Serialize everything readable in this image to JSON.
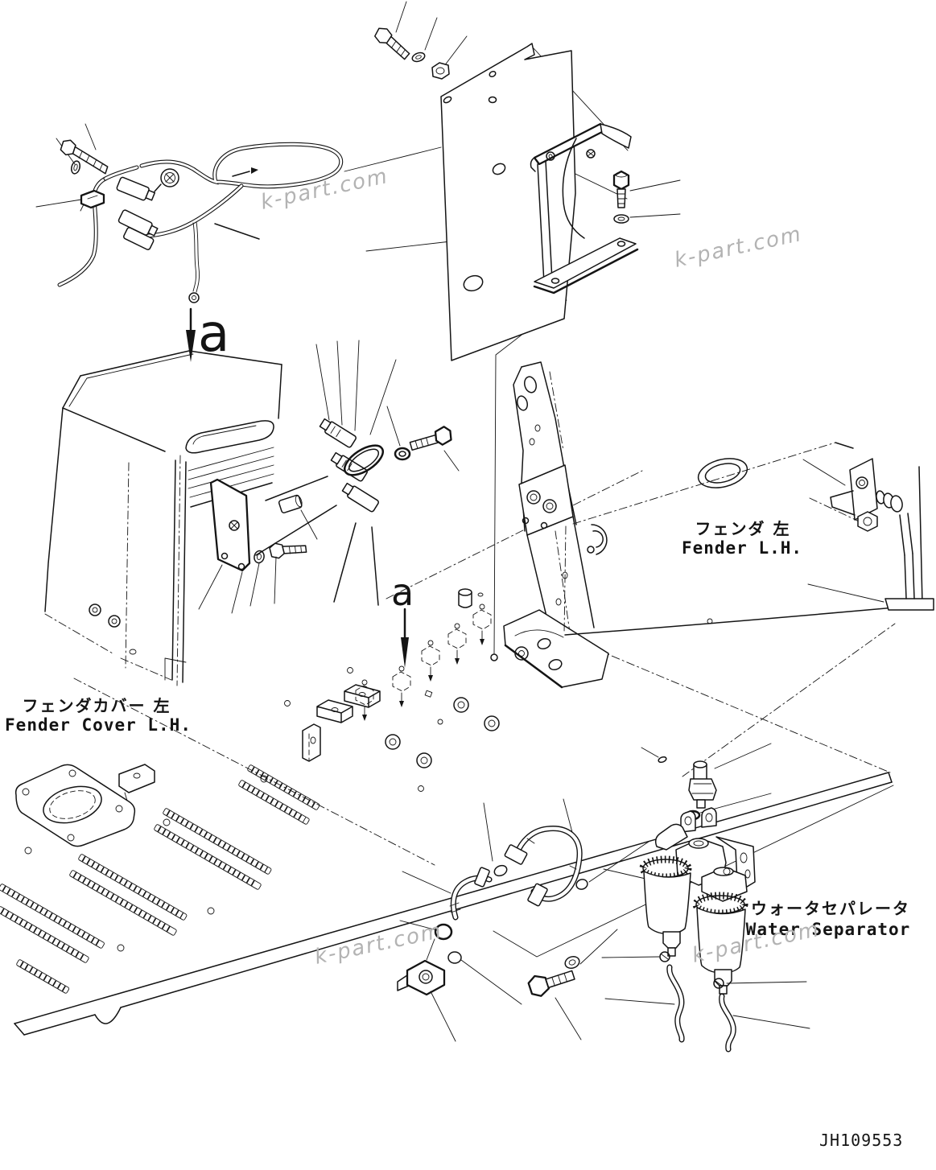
{
  "diagram": {
    "drawing_number": "JH109553",
    "watermark_text": "k-part.com",
    "section_marker": "a",
    "labels": {
      "fender_cover": {
        "jp": "フェンダカバー  左",
        "en": "Fender Cover L.H."
      },
      "fender": {
        "jp": "フェンダ  左",
        "en": "Fender L.H."
      },
      "water_separator": {
        "jp": "ウォータセパレータ",
        "en": "Water Separator"
      }
    },
    "colors": {
      "line": "#141414",
      "watermark": "#b3b3b3",
      "background": "#ffffff"
    }
  }
}
